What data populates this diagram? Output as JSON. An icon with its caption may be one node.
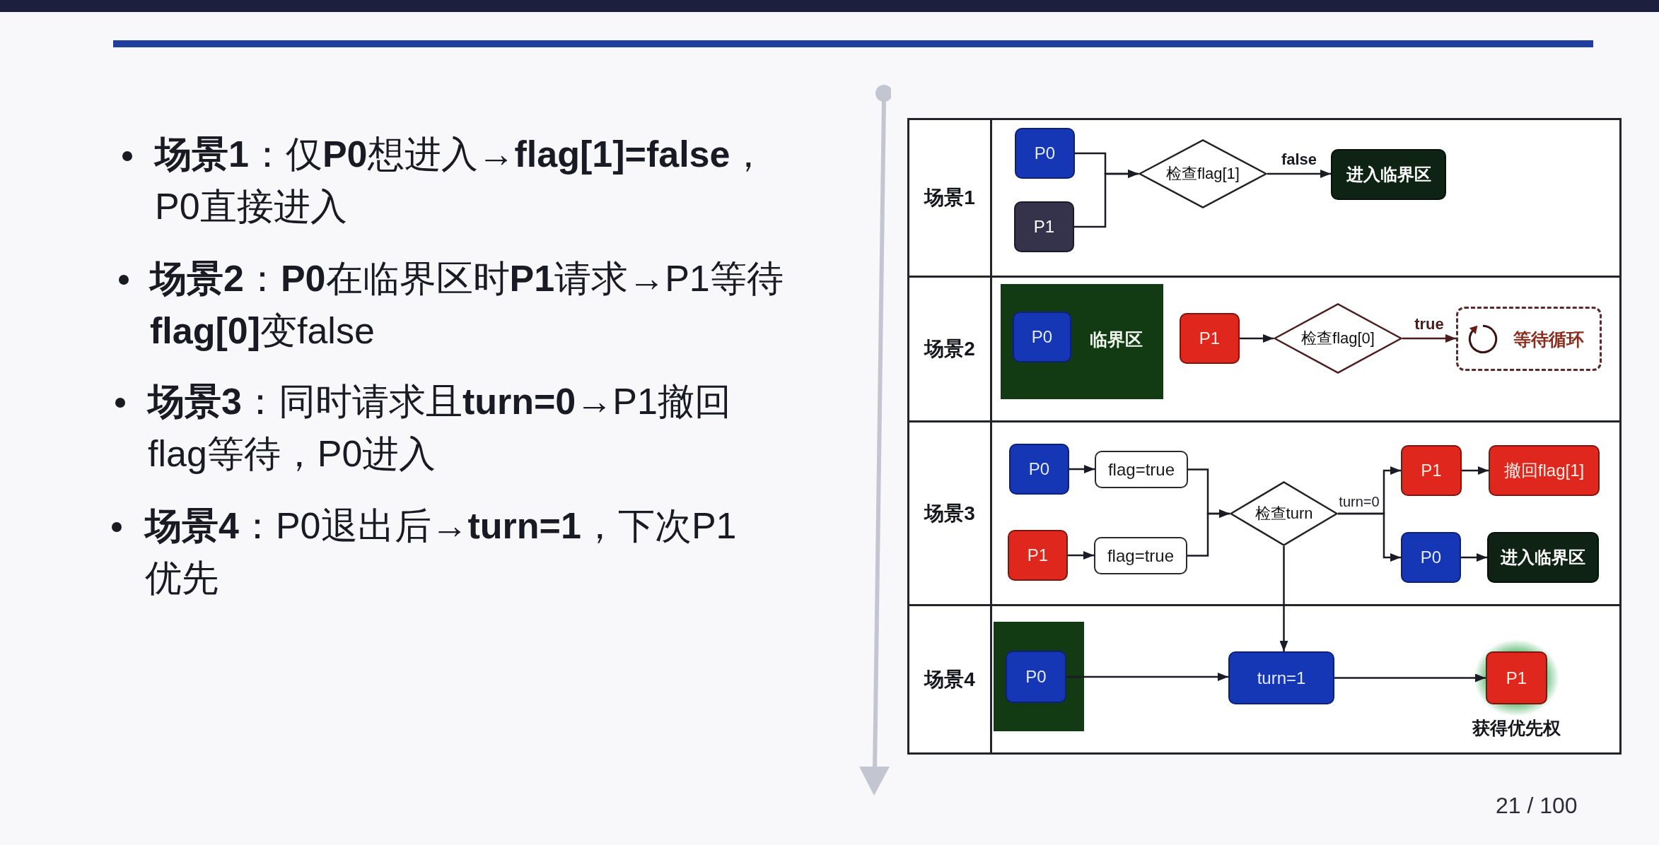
{
  "diagram": {
    "nodes": [
      {
        "text": [
          "场景1"
        ]
      },
      {
        "text": [
          "P0"
        ],
        "in": 0
      },
      {
        "text": [
          "P1"
        ],
        "in": 0
      },
      {
        "text": [
          "检查flag[1]"
        ],
        "in": 0
      },
      {
        "text": [
          "进入临界区"
        ],
        "in": 0
      },
      {
        "text": [
          "场景2"
        ]
      },
      {
        "text": [
          "临界区"
        ],
        "in": 5
      },
      {
        "text": [
          "P0"
        ],
        "in": 6
      },
      {
        "text": [
          "P1"
        ],
        "in": 5
      },
      {
        "text": [
          "检查flag[0]"
        ],
        "in": 5
      },
      {
        "text": [
          "等待循环"
        ],
        "in": 5
      },
      {
        "text": [
          "场景3"
        ]
      },
      {
        "text": [
          "P0"
        ],
        "in": 11
      },
      {
        "text": [
          "flag=true"
        ],
        "in": 11
      },
      {
        "text": [
          "P1"
        ],
        "in": 11
      },
      {
        "text": [
          "flag=true"
        ],
        "in": 11
      },
      {
        "text": [
          "检查turn"
        ],
        "in": 11
      },
      {
        "text": [
          "P1"
        ],
        "in": 11
      },
      {
        "text": [
          "撤回flag[1]"
        ],
        "in": 11
      },
      {
        "text": [
          "P0"
        ],
        "in": 11
      },
      {
        "text": [
          "进入临界区"
        ],
        "in": 11
      },
      {
        "text": [
          "场景4"
        ]
      },
      {
        "text": [],
        "shape": "box",
        "in": 21
      },
      {
        "text": [
          "P0"
        ],
        "in": 22
      },
      {
        "text": [
          "turn=1"
        ],
        "in": 21
      },
      {
        "text": [
          "P1"
        ],
        "in": 21,
        "beside": [
          "获得优先权"
        ]
      }
    ],
    "edges": [
      {
        "from": 1,
        "to": 3,
        "arrow": "to"
      },
      {
        "from": 2,
        "to": 3,
        "arrow": "to"
      },
      {
        "from": 3,
        "to": 4,
        "arrow": "to",
        "label": "false"
      },
      {
        "from": 8,
        "to": 9,
        "arrow": "to"
      },
      {
        "from": 9,
        "to": 10,
        "arrow": "to",
        "label": "true",
        "color": "#4d1c1c"
      },
      {
        "from": 12,
        "to": 13,
        "arrow": "to"
      },
      {
        "from": 14,
        "to": 15,
        "arrow": "to"
      },
      {
        "from": 13,
        "to": 16,
        "arrow": "to"
      },
      {
        "from": 15,
        "to": 16,
        "arrow": "to"
      },
      {
        "from": 16,
        "to": 17,
        "arrow": "to",
        "label": "turn=0"
      },
      {
        "from": 16,
        "to": 19,
        "arrow": "to"
      },
      {
        "from": 17,
        "to": 18,
        "arrow": "to"
      },
      {
        "from": 19,
        "to": 20,
        "arrow": "to"
      },
      {
        "from": 16,
        "to": 24,
        "arrow": "to"
      },
      {
        "from": 23,
        "to": 24,
        "arrow": "to"
      },
      {
        "from": 24,
        "to": 25,
        "arrow": "to"
      }
    ],
    "labels": [
      "**场景1**：仅**P0**想进入→**flag[1]=false**，P0直接进入",
      "**场景2**：**P0**在临界区时**P1**请求→P1等待**flag[0]**变false",
      "**场景3**：同时请求且**turn=0**→P1撤回flag等待，P0进入",
      "**场景4**：P0退出后→**turn=1**，下次P1优先",
      "21 / 100"
    ]
  }
}
